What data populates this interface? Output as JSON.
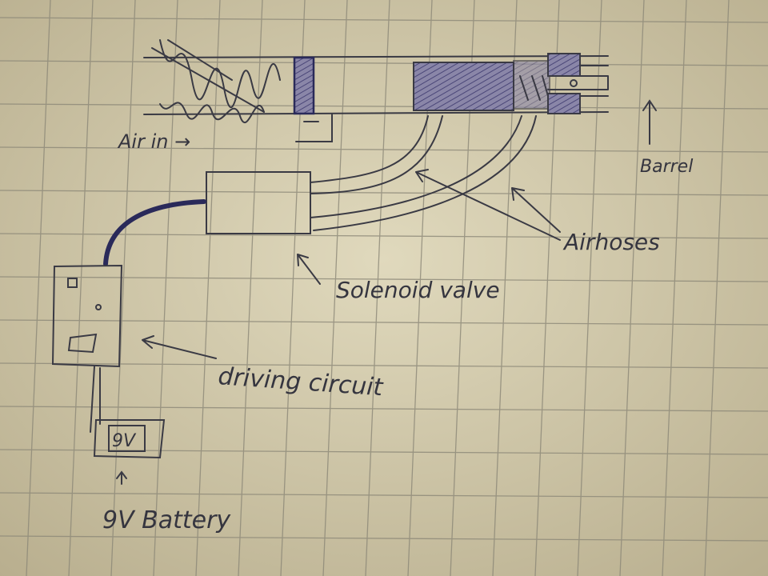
{
  "labels": {
    "air_in": "Air in →",
    "barrel": "Barrel",
    "airhoses": "Airhoses",
    "solenoid_valve": "Solenoid valve",
    "driving_circuit": "driving circuit",
    "battery_mark": "9V",
    "battery": "9V Battery"
  },
  "colors": {
    "paper": "#d6ceb0",
    "grid": "#8c8878",
    "ink": "#3a3a44",
    "shade": "#6a6690"
  }
}
